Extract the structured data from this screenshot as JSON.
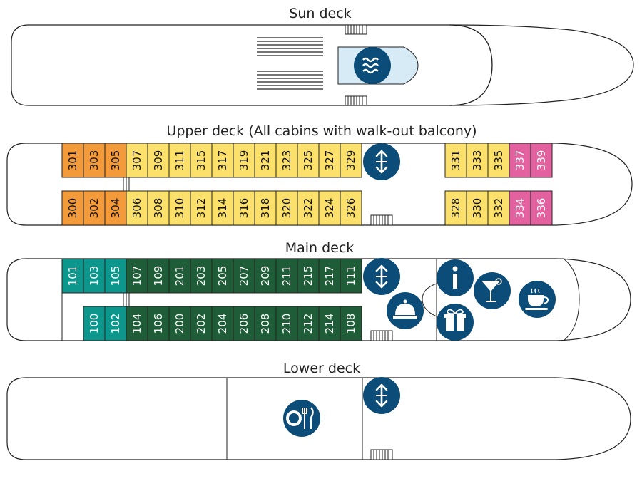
{
  "decks": {
    "sun": {
      "title": "Sun deck"
    },
    "upper": {
      "title": "Upper deck (All cabins with walk-out balcony)"
    },
    "main": {
      "title": "Main deck"
    },
    "lower": {
      "title": "Lower deck"
    }
  },
  "colors": {
    "orange": "#f39a3a",
    "yellow": "#fbe16b",
    "pink": "#e4619f",
    "teal": "#0d968c",
    "green": "#1e5d37",
    "navy": "#0b4d78",
    "pool": "#d7ebf6"
  },
  "cabins": {
    "upper_top_left": [
      {
        "n": "301",
        "c": "orange"
      },
      {
        "n": "303",
        "c": "orange"
      },
      {
        "n": "305",
        "c": "orange"
      },
      {
        "n": "307",
        "c": "yellow"
      },
      {
        "n": "309",
        "c": "yellow"
      },
      {
        "n": "311",
        "c": "yellow"
      },
      {
        "n": "315",
        "c": "yellow"
      },
      {
        "n": "317",
        "c": "yellow"
      },
      {
        "n": "319",
        "c": "yellow"
      },
      {
        "n": "321",
        "c": "yellow"
      },
      {
        "n": "323",
        "c": "yellow"
      },
      {
        "n": "325",
        "c": "yellow"
      },
      {
        "n": "327",
        "c": "yellow"
      },
      {
        "n": "329",
        "c": "yellow"
      }
    ],
    "upper_top_right": [
      {
        "n": "331",
        "c": "yellow"
      },
      {
        "n": "333",
        "c": "yellow"
      },
      {
        "n": "335",
        "c": "yellow"
      },
      {
        "n": "337",
        "c": "pink"
      },
      {
        "n": "339",
        "c": "pink"
      }
    ],
    "upper_bottom_left": [
      {
        "n": "300",
        "c": "orange"
      },
      {
        "n": "302",
        "c": "orange"
      },
      {
        "n": "304",
        "c": "orange"
      },
      {
        "n": "306",
        "c": "yellow"
      },
      {
        "n": "308",
        "c": "yellow"
      },
      {
        "n": "310",
        "c": "yellow"
      },
      {
        "n": "312",
        "c": "yellow"
      },
      {
        "n": "314",
        "c": "yellow"
      },
      {
        "n": "316",
        "c": "yellow"
      },
      {
        "n": "318",
        "c": "yellow"
      },
      {
        "n": "320",
        "c": "yellow"
      },
      {
        "n": "322",
        "c": "yellow"
      },
      {
        "n": "324",
        "c": "yellow"
      },
      {
        "n": "326",
        "c": "yellow"
      }
    ],
    "upper_bottom_right": [
      {
        "n": "328",
        "c": "yellow"
      },
      {
        "n": "330",
        "c": "yellow"
      },
      {
        "n": "332",
        "c": "yellow"
      },
      {
        "n": "334",
        "c": "pink"
      },
      {
        "n": "336",
        "c": "pink"
      }
    ],
    "main_top": [
      {
        "n": "101",
        "c": "teal"
      },
      {
        "n": "103",
        "c": "teal"
      },
      {
        "n": "105",
        "c": "teal"
      },
      {
        "n": "107",
        "c": "green"
      },
      {
        "n": "109",
        "c": "green"
      },
      {
        "n": "201",
        "c": "green"
      },
      {
        "n": "203",
        "c": "green"
      },
      {
        "n": "205",
        "c": "green"
      },
      {
        "n": "207",
        "c": "green"
      },
      {
        "n": "209",
        "c": "green"
      },
      {
        "n": "211",
        "c": "green"
      },
      {
        "n": "215",
        "c": "green"
      },
      {
        "n": "217",
        "c": "green"
      },
      {
        "n": "111",
        "c": "green"
      }
    ],
    "main_bottom": [
      {
        "n": "100",
        "c": "teal"
      },
      {
        "n": "102",
        "c": "teal"
      },
      {
        "n": "104",
        "c": "green"
      },
      {
        "n": "106",
        "c": "green"
      },
      {
        "n": "200",
        "c": "green"
      },
      {
        "n": "202",
        "c": "green"
      },
      {
        "n": "204",
        "c": "green"
      },
      {
        "n": "206",
        "c": "green"
      },
      {
        "n": "208",
        "c": "green"
      },
      {
        "n": "210",
        "c": "green"
      },
      {
        "n": "212",
        "c": "green"
      },
      {
        "n": "214",
        "c": "green"
      },
      {
        "n": "108",
        "c": "green"
      }
    ]
  },
  "icons": [
    {
      "name": "pool-waves-icon"
    },
    {
      "name": "elevator-icon"
    },
    {
      "name": "reception-bell-icon"
    },
    {
      "name": "information-icon"
    },
    {
      "name": "cocktail-bar-icon"
    },
    {
      "name": "gift-shop-icon"
    },
    {
      "name": "coffee-cup-icon"
    },
    {
      "name": "restaurant-dining-icon"
    }
  ]
}
